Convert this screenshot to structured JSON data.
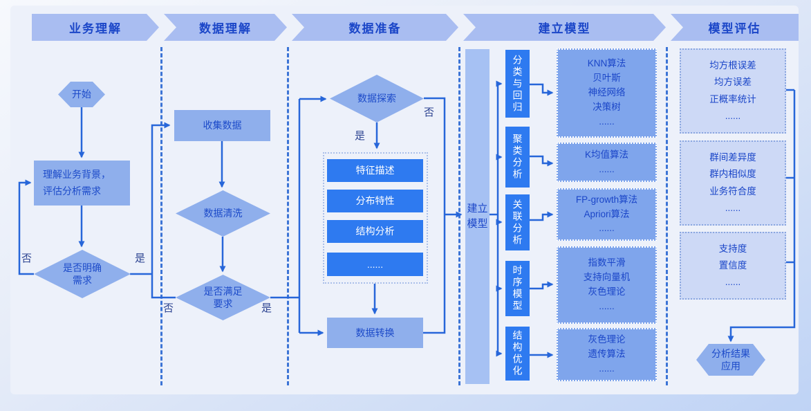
{
  "header": {
    "steps": [
      {
        "label": "业务理解"
      },
      {
        "label": "数据理解"
      },
      {
        "label": "数据准备"
      },
      {
        "label": "建立模型"
      },
      {
        "label": "模型评估"
      }
    ]
  },
  "col_business": {
    "start": "开始",
    "understand": "理解业务背景，\n评估分析需求",
    "decision": "是否明确\n需求",
    "no_label": "否",
    "yes_label": "是"
  },
  "col_data_understanding": {
    "collect": "收集数据",
    "clean": "数据清洗",
    "decision": "是否满足\n要求",
    "no_label": "否",
    "yes_label": "是"
  },
  "col_data_preparation": {
    "explore": "数据探索",
    "no_label": "否",
    "yes_label": "是",
    "features": [
      "特征描述",
      "分布特性",
      "结构分析",
      "......"
    ],
    "transform": "数据转换"
  },
  "col_modeling": {
    "bar_label": "建立\n模型",
    "categories": [
      "分类与回归",
      "聚类分析",
      "关联分析",
      "时序模型",
      "结构优化"
    ],
    "algorithms": [
      "KNN算法\n贝叶斯\n神经网络\n决策树\n......",
      "K均值算法\n......",
      "FP-growth算法\nApriori算法\n......",
      "指数平滑\n支持向量机\n灰色理论\n......",
      "灰色理论\n遗传算法\n......"
    ]
  },
  "col_evaluation": {
    "metrics": [
      "均方根误差\n均方误差\n正概率统计\n......",
      "群间差异度\n群内相似度\n业务符合度\n......",
      "支持度\n置信度\n......"
    ],
    "apply": "分析结果\n应用"
  },
  "colors": {
    "accent_text": "#1b46c8",
    "banner_fill": "#a9bdf1",
    "shape_fill": "#8fafec",
    "bright_fill": "#2e7af0",
    "wire": "#2766d9"
  }
}
